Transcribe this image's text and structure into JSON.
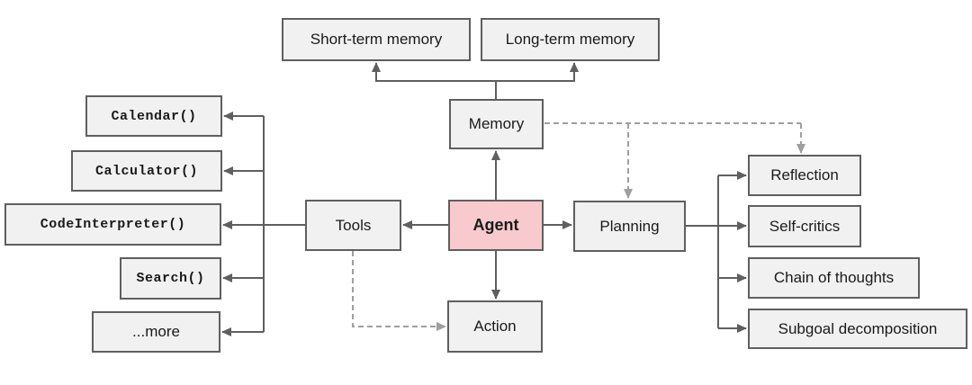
{
  "diagram": {
    "nodes": {
      "agent": {
        "label": "Agent"
      },
      "memory": {
        "label": "Memory"
      },
      "tools": {
        "label": "Tools"
      },
      "planning": {
        "label": "Planning"
      },
      "action": {
        "label": "Action"
      },
      "short_term_memory": {
        "label": "Short-term memory"
      },
      "long_term_memory": {
        "label": "Long-term memory"
      }
    },
    "tools_list": {
      "items": [
        {
          "label": "Calendar()"
        },
        {
          "label": "Calculator()"
        },
        {
          "label": "CodeInterpreter()"
        },
        {
          "label": "Search()"
        },
        {
          "label": "...more"
        }
      ]
    },
    "planning_list": {
      "items": [
        {
          "label": "Reflection"
        },
        {
          "label": "Self-critics"
        },
        {
          "label": "Chain of thoughts"
        },
        {
          "label": "Subgoal decomposition"
        }
      ]
    },
    "edges": [
      {
        "from": "Agent",
        "to": "Memory",
        "style": "solid"
      },
      {
        "from": "Agent",
        "to": "Tools",
        "style": "solid"
      },
      {
        "from": "Agent",
        "to": "Planning",
        "style": "solid"
      },
      {
        "from": "Agent",
        "to": "Action",
        "style": "solid"
      },
      {
        "from": "Memory",
        "to": "Short-term memory",
        "style": "solid"
      },
      {
        "from": "Memory",
        "to": "Long-term memory",
        "style": "solid"
      },
      {
        "from": "Tools",
        "to": "Calendar()",
        "style": "solid"
      },
      {
        "from": "Tools",
        "to": "Calculator()",
        "style": "solid"
      },
      {
        "from": "Tools",
        "to": "CodeInterpreter()",
        "style": "solid"
      },
      {
        "from": "Tools",
        "to": "Search()",
        "style": "solid"
      },
      {
        "from": "Tools",
        "to": "...more",
        "style": "solid"
      },
      {
        "from": "Planning",
        "to": "Reflection",
        "style": "solid"
      },
      {
        "from": "Planning",
        "to": "Self-critics",
        "style": "solid"
      },
      {
        "from": "Planning",
        "to": "Chain of thoughts",
        "style": "solid"
      },
      {
        "from": "Planning",
        "to": "Subgoal decomposition",
        "style": "solid"
      },
      {
        "from": "Memory",
        "to": "Planning",
        "style": "dashed"
      },
      {
        "from": "Memory",
        "to": "Reflection",
        "style": "dashed"
      },
      {
        "from": "Tools",
        "to": "Action",
        "style": "dashed"
      }
    ],
    "colors": {
      "background": "#ffffff",
      "node_fill": "#f1f1f1",
      "node_border": "#5f5f5f",
      "agent_fill": "#f9cacd",
      "solid_connector": "#5f5f5f",
      "dashed_connector": "#9e9e9e",
      "text": "#1a1a1a"
    }
  }
}
